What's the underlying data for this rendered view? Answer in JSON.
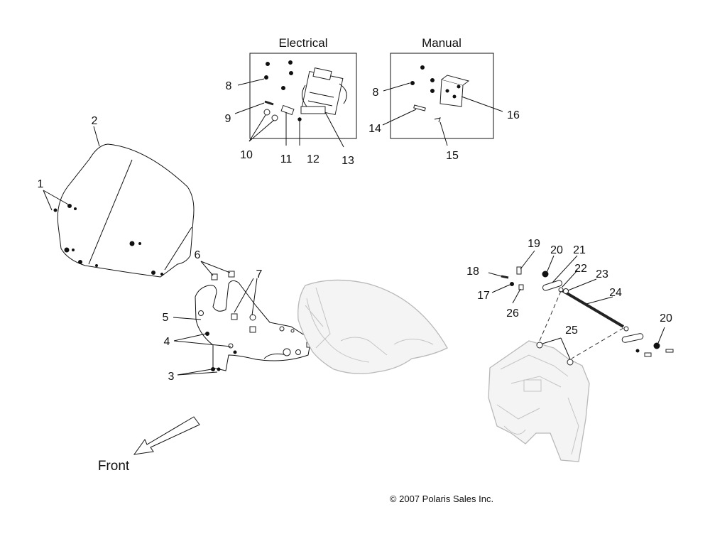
{
  "sections": {
    "electrical": "Electrical",
    "manual": "Manual"
  },
  "callouts": {
    "c1": "1",
    "c2": "2",
    "c3": "3",
    "c4": "4",
    "c5": "5",
    "c6": "6",
    "c7": "7",
    "c8a": "8",
    "c8b": "8",
    "c9": "9",
    "c10": "10",
    "c11": "11",
    "c12": "12",
    "c13": "13",
    "c14": "14",
    "c15": "15",
    "c16": "16",
    "c17": "17",
    "c18": "18",
    "c19": "19",
    "c20a": "20",
    "c20b": "20",
    "c21": "21",
    "c22": "22",
    "c23": "23",
    "c24": "24",
    "c25": "25",
    "c26": "26"
  },
  "direction_label": "Front",
  "copyright": "© 2007 Polaris Sales Inc."
}
